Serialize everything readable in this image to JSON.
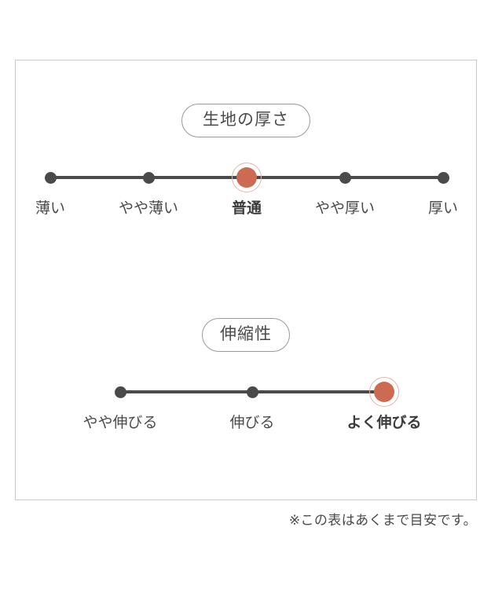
{
  "colors": {
    "frame_border": "#c9c9c9",
    "dot_default": "#4a4a4a",
    "dot_selected": "#cc6a52",
    "ring": "#e2b5a8",
    "text": "#4a4a4a",
    "pill_border": "#9a9a9a"
  },
  "sections": [
    {
      "heading": "生地の厚さ",
      "scale": {
        "steps": [
          {
            "label": "薄い",
            "selected": false
          },
          {
            "label": "やや薄い",
            "selected": false
          },
          {
            "label": "普通",
            "selected": true
          },
          {
            "label": "やや厚い",
            "selected": false
          },
          {
            "label": "厚い",
            "selected": false
          }
        ],
        "selected_index": 2,
        "selected_label": "普通",
        "step_count": 5
      }
    },
    {
      "heading": "伸縮性",
      "scale": {
        "steps": [
          {
            "label": "やや伸びる",
            "selected": false
          },
          {
            "label": "伸びる",
            "selected": false
          },
          {
            "label": "よく伸びる",
            "selected": true
          }
        ],
        "selected_index": 2,
        "selected_label": "よく伸びる",
        "step_count": 3
      }
    }
  ],
  "footnote": "※この表はあくまで目安です。"
}
